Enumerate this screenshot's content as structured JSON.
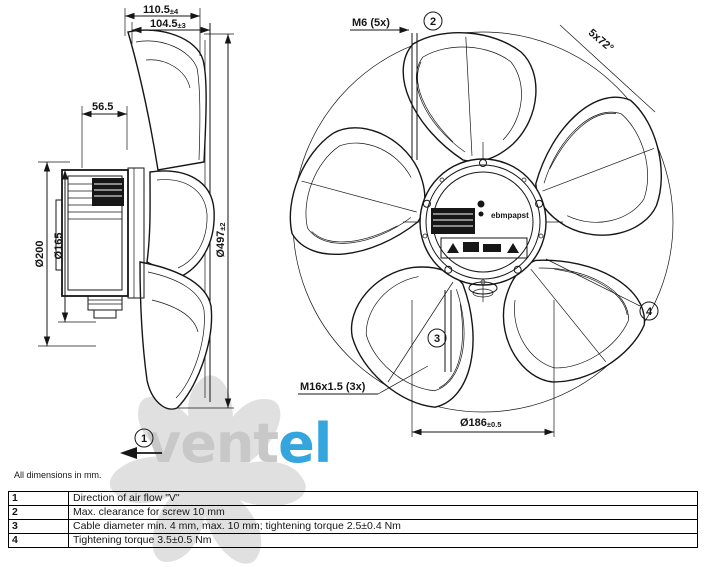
{
  "meta": {
    "units_note": "All dimensions in mm."
  },
  "side_view": {
    "dim_width_outer": {
      "value": "110.5",
      "tol": "±4"
    },
    "dim_width_inner": {
      "value": "104.5",
      "tol": "±3"
    },
    "dim_depth": {
      "value": "56.5"
    },
    "dim_motor_outer": {
      "value": "Ø200"
    },
    "dim_motor_inner": {
      "value": "Ø165"
    },
    "dim_fan_diameter": {
      "value": "Ø497",
      "tol": "±2"
    }
  },
  "front_view": {
    "label_mounting_screws": "M6 (5x)",
    "label_blade_pitch": "5x72°",
    "label_cable_gland": "M16x1.5 (3x)",
    "dim_pitch_circle": {
      "value": "Ø186",
      "tol": "±0.5"
    },
    "hub_logo": "ebmpapst",
    "callouts": {
      "c1": "1",
      "c2": "2",
      "c3": "3",
      "c4": "4"
    }
  },
  "watermark": {
    "gray_text": "vent",
    "blue_text": "el",
    "gray_color": "#c8c8c8",
    "blue_color": "#35a5de"
  },
  "notes_table": {
    "rows": [
      {
        "num": "1",
        "text": "Direction of air flow \"V\""
      },
      {
        "num": "2",
        "text": "Max. clearance for screw 10 mm"
      },
      {
        "num": "3",
        "text": "Cable diameter min. 4 mm, max. 10 mm; tightening torque 2.5±0.4 Nm"
      },
      {
        "num": "4",
        "text": "Tightening torque 3.5±0.5 Nm"
      }
    ]
  }
}
